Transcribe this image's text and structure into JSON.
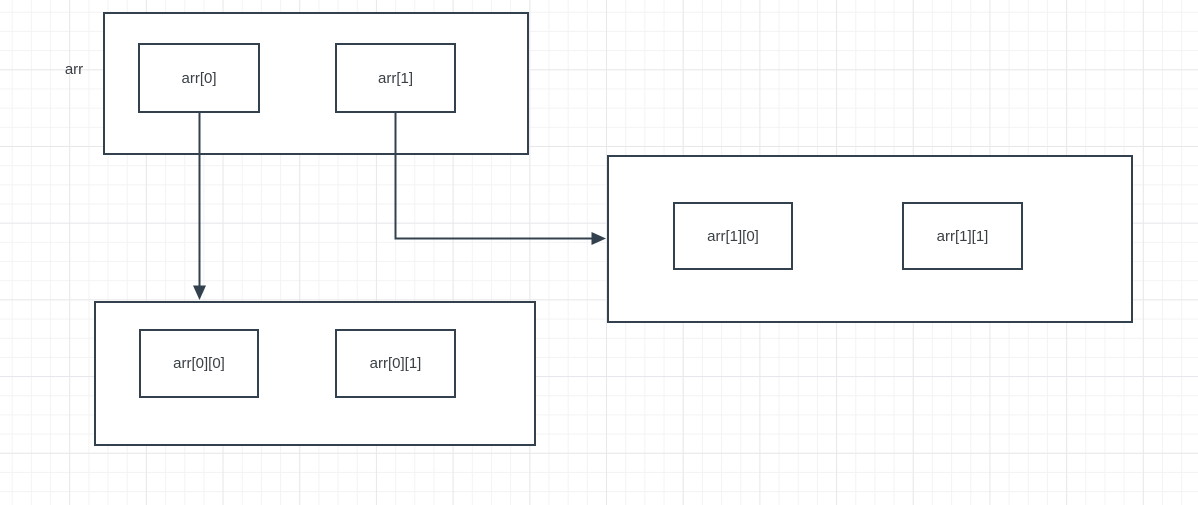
{
  "diagram": {
    "array_label": "arr",
    "array_row": {
      "cells": [
        "arr[0]",
        "arr[1]"
      ]
    },
    "row0": {
      "cells": [
        "arr[0][0]",
        "arr[0][1]"
      ]
    },
    "row1": {
      "cells": [
        "arr[1][0]",
        "arr[1][1]"
      ]
    }
  },
  "colors": {
    "shape_stroke": "#33404d",
    "text": "#3b4045",
    "background": "#ffffff",
    "grid_minor": "#f3f3f5",
    "grid_major": "#e8e8eb"
  }
}
